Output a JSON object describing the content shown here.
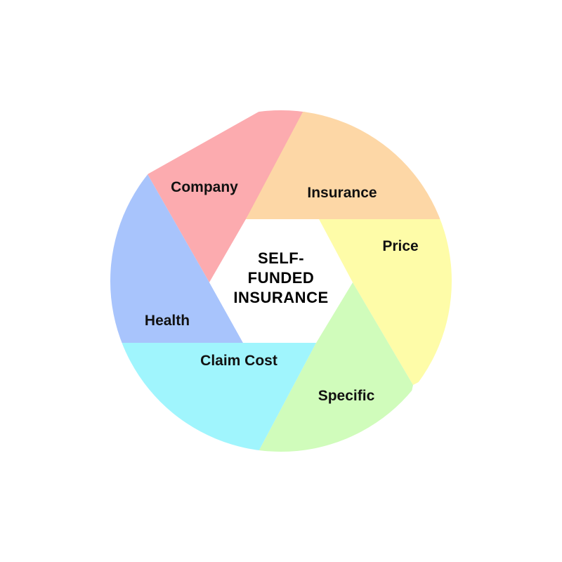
{
  "diagram": {
    "center_lines": [
      "SELF-",
      "FUNDED",
      "INSURANCE"
    ],
    "segments": [
      {
        "label": "Company",
        "color": "#fcabaf"
      },
      {
        "label": "Insurance",
        "color": "#fdd7a6"
      },
      {
        "label": "Price",
        "color": "#fefca8"
      },
      {
        "label": "Specific",
        "color": "#d0fcbb"
      },
      {
        "label": "Claim Cost",
        "color": "#a0f5fd"
      },
      {
        "label": "Health",
        "color": "#a8c4fc"
      }
    ]
  }
}
